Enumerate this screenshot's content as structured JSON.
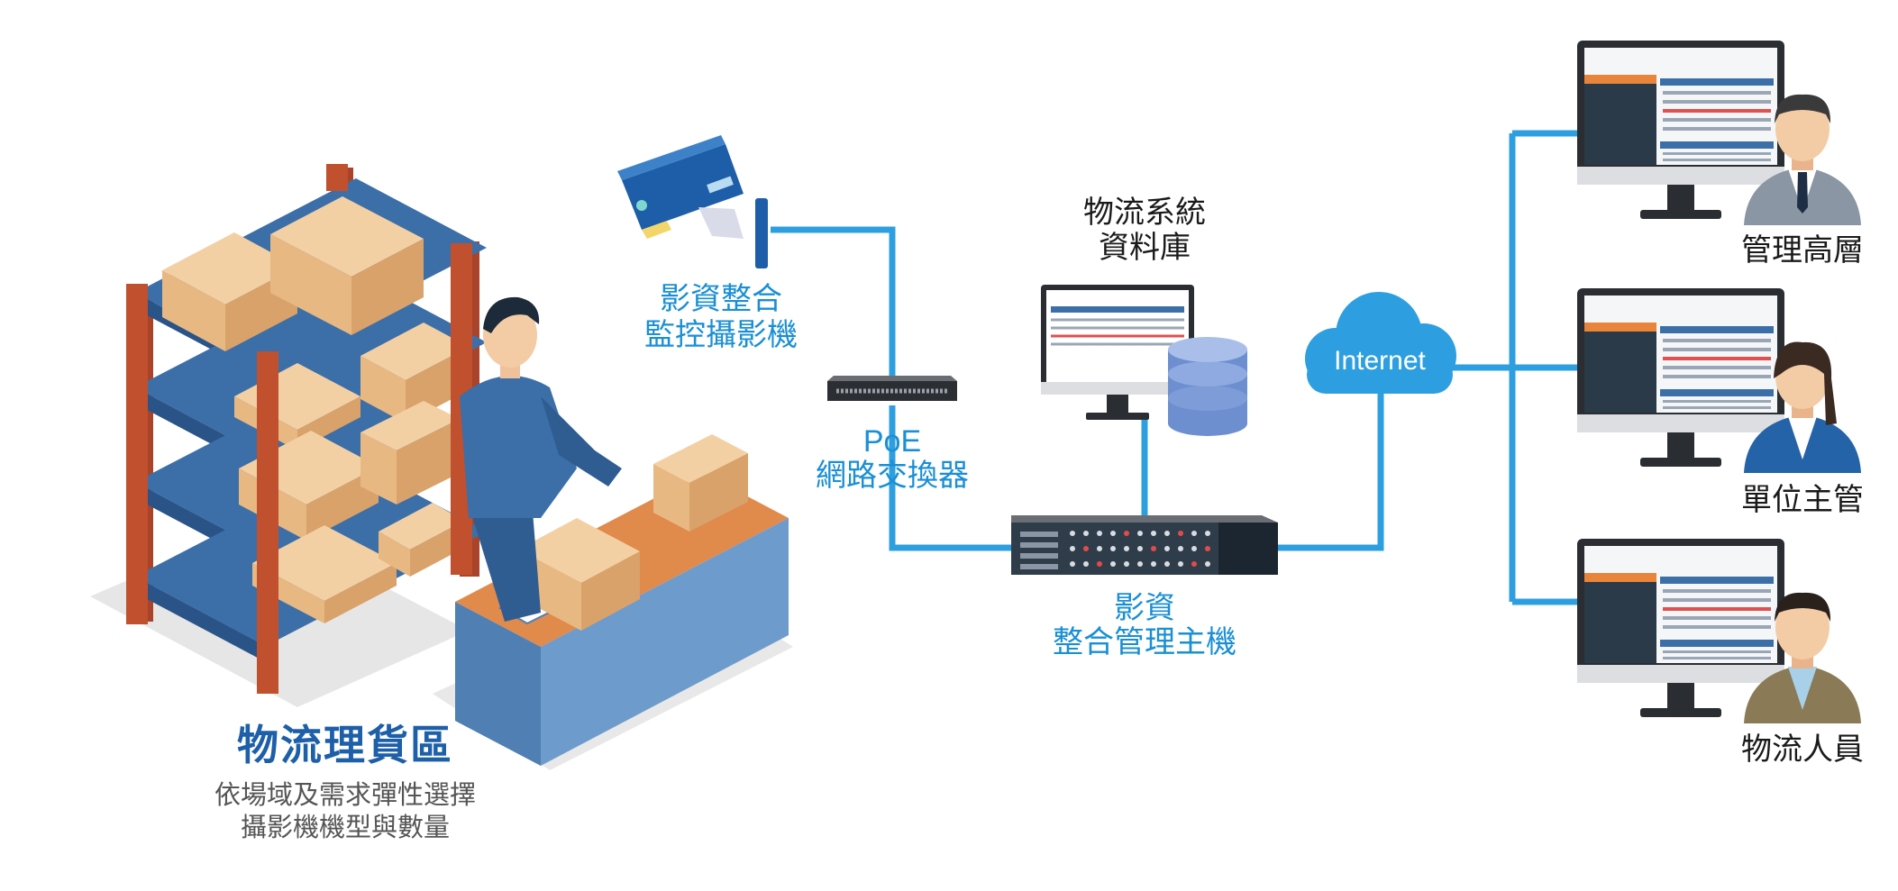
{
  "warehouse": {
    "title": "物流理貨區",
    "subtitle_line1": "依場域及需求彈性選擇",
    "subtitle_line2": "攝影機機型與數量"
  },
  "camera": {
    "line1": "影資整合",
    "line2": "監控攝影機"
  },
  "switch": {
    "line1": "PoE",
    "line2": "網路交換器"
  },
  "database": {
    "line1": "物流系統",
    "line2": "資料庫"
  },
  "host": {
    "line1": "影資",
    "line2": "整合管理主機"
  },
  "cloud": {
    "label": "Internet"
  },
  "users": [
    {
      "label": "管理高層"
    },
    {
      "label": "單位主管"
    },
    {
      "label": "物流人員"
    }
  ],
  "colors": {
    "link": "#2d9fe0",
    "label_blue": "#1a8fd4",
    "zone_title": "#1d5fa8",
    "rack_post": "#c0502e",
    "rack_shelf": "#3c6fa8",
    "box": "#e8b882"
  }
}
